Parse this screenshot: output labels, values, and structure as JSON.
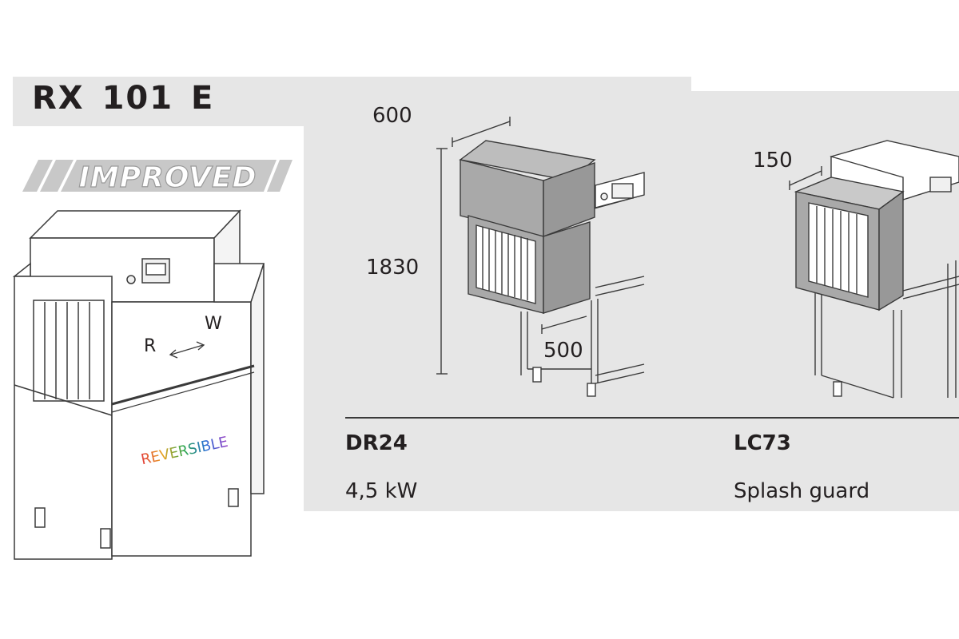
{
  "model": {
    "title": "RX 101 E",
    "badge": "IMPROVED"
  },
  "machine": {
    "label_r": "R",
    "label_w": "W",
    "reversible": "REVERSIBLE"
  },
  "option_dr24": {
    "dim_width": "600",
    "dim_height": "1830",
    "dim_depth": "500",
    "code": "DR24",
    "description": "4,5 kW"
  },
  "option_lc73": {
    "dim_width": "150",
    "code": "LC73",
    "description": "Splash guard"
  },
  "colors": {
    "panel": "#e6e6e6",
    "unit_fill": "#a9a9a9",
    "line": "#3a3a3a",
    "badge": "#c8c8c8"
  }
}
